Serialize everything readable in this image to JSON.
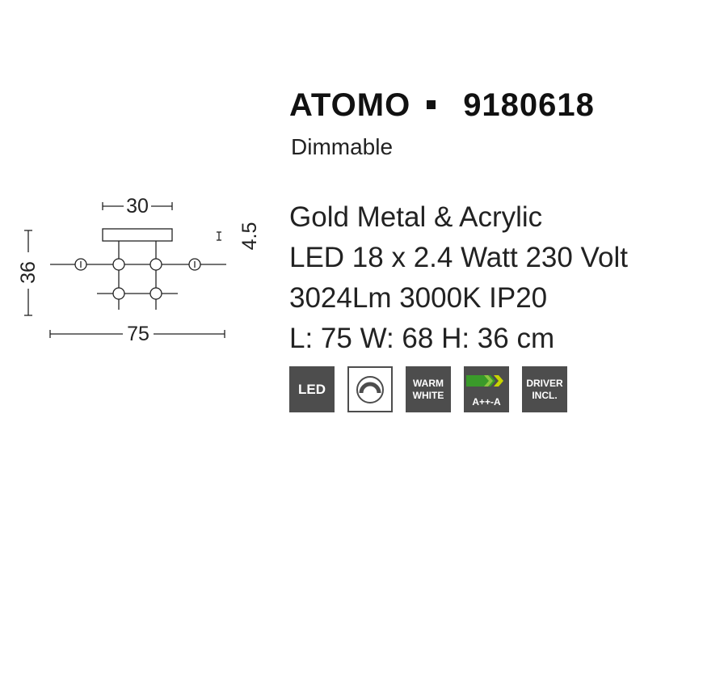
{
  "product": {
    "name": "ATOMO",
    "code": "9180618",
    "feature": "Dimmable"
  },
  "specs": [
    "Gold Metal & Acrylic",
    "LED 18 x 2.4 Watt 230 Volt",
    "3024Lm 3000K IP20",
    "L: 75 W: 68 H: 36 cm"
  ],
  "dimensions": {
    "canopy_width": "30",
    "canopy_height": "4.5",
    "total_height": "36",
    "total_length": "75"
  },
  "badges": {
    "led": "LED",
    "dimmable_icon": "dimmer-icon",
    "warm_white_line1": "WARM",
    "warm_white_line2": "WHITE",
    "energy_class": "A++-A",
    "driver_line1": "DRIVER",
    "driver_line2": "INCL."
  },
  "colors": {
    "badge_bg": "#4d4d4d",
    "energy_green": "#3a9a2a",
    "energy_yellow": "#c8d400"
  }
}
